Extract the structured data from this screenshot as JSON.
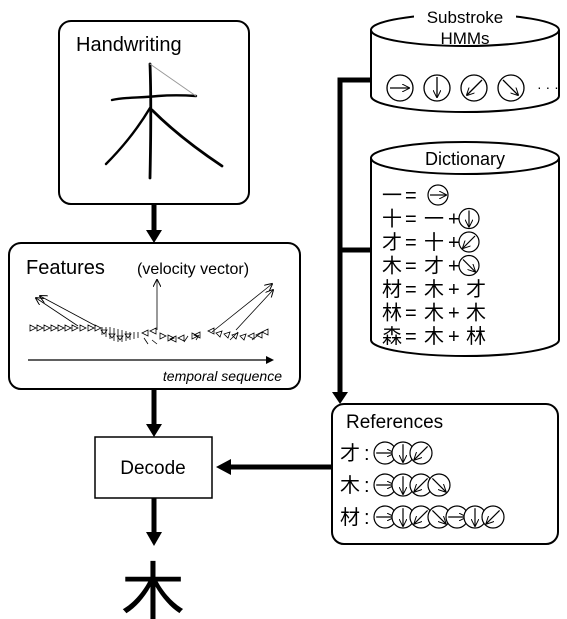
{
  "handwriting": {
    "title": "Handwriting"
  },
  "features": {
    "title": "Features",
    "subtitle": "(velocity vector)",
    "axis_label": "temporal sequence"
  },
  "decode": {
    "label": "Decode"
  },
  "output": {
    "character": "木"
  },
  "substroke_hmms": {
    "title_line1": "Substroke",
    "title_line2": "HMMs",
    "icons": [
      "right-arrow-circle-icon",
      "down-arrow-circle-icon",
      "down-left-arrow-circle-icon",
      "down-right-arrow-circle-icon"
    ],
    "ellipsis": "· · ·"
  },
  "dictionary": {
    "title": "Dictionary",
    "entries": [
      {
        "char": "一",
        "eq": "=",
        "rhs": "",
        "op": "",
        "icon": "right-arrow-circle-icon"
      },
      {
        "char": "十",
        "eq": "=",
        "rhs": "一",
        "op": "+",
        "icon": "down-arrow-circle-icon"
      },
      {
        "char": "才",
        "eq": "=",
        "rhs": "十",
        "op": "+",
        "icon": "down-left-arrow-circle-icon"
      },
      {
        "char": "木",
        "eq": "=",
        "rhs": "才",
        "op": "+",
        "icon": "down-right-arrow-circle-icon"
      },
      {
        "char": "材",
        "eq": "=",
        "rhs": "木",
        "op": "+",
        "rhs2": "才"
      },
      {
        "char": "林",
        "eq": "=",
        "rhs": "木",
        "op": "+",
        "rhs2": "木"
      },
      {
        "char": "森",
        "eq": "=",
        "rhs": "木",
        "op": "+",
        "rhs2": "林"
      }
    ]
  },
  "references": {
    "title": "References",
    "rows": [
      {
        "char": "才",
        "sep": ":",
        "sequence": [
          "right",
          "down",
          "down-left"
        ]
      },
      {
        "char": "木",
        "sep": ":",
        "sequence": [
          "right",
          "down",
          "down-left",
          "down-right"
        ]
      },
      {
        "char": "材",
        "sep": ":",
        "sequence": [
          "right",
          "down",
          "down-left",
          "down-right",
          "right",
          "down",
          "down-left"
        ]
      }
    ]
  }
}
